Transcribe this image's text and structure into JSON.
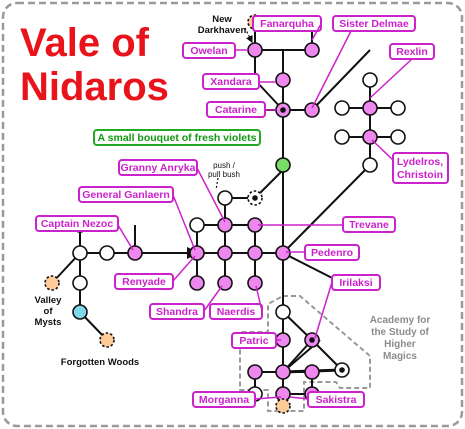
{
  "title": {
    "line1": "Vale of",
    "line2": "Nidaros"
  },
  "colors": {
    "title_red": "#e8131b",
    "location_pink": "#ee88ee",
    "label_border": "#cc22cc",
    "label_fill": "#ffffff",
    "bouquet_green": "#77dd66",
    "bouquet_border": "#22aa22",
    "hidden_orange": "#ffcc99",
    "myst_blue": "#7fd8e8",
    "empty_node": "#ffffff",
    "line": "#111111",
    "academy_region": "#9a9a9a",
    "frame": "#9a9a9a"
  },
  "locations": {
    "fanarquha": "Fanarquha",
    "sister_delmae": "Sister Delmae",
    "owelan": "Owelan",
    "rexlin": "Rexlin",
    "xandara": "Xandara",
    "catarine": "Catarine",
    "lydelros_line1": "Lydelros,",
    "lydelros_line2": "Christoin",
    "granny_anryka": "Granny Anryka",
    "general_ganlaern": "General Ganlaern",
    "captain_nezoc": "Captain Nezoc",
    "trevane": "Trevane",
    "pedenro": "Pedenro",
    "renyade": "Renyade",
    "shandra": "Shandra",
    "naerdis": "Naerdis",
    "irilaksi": "Irilaksi",
    "patric": "Patric",
    "morganna": "Morganna",
    "sakistra": "Sakistra"
  },
  "bouquet_label": "A small bouquet of fresh violets",
  "places": {
    "new_darkhaven_line1": "New",
    "new_darkhaven_line2": "Darkhaven",
    "push_pull_line1": "push /",
    "push_pull_line2": "pull bush",
    "valley_line1": "Valley",
    "valley_line2": "of",
    "valley_line3": "Mysts",
    "forgotten_woods": "Forgotten Woods",
    "academy_line1": "Academy for",
    "academy_line2": "the Study of",
    "academy_line3": "Higher",
    "academy_line4": "Magics"
  }
}
